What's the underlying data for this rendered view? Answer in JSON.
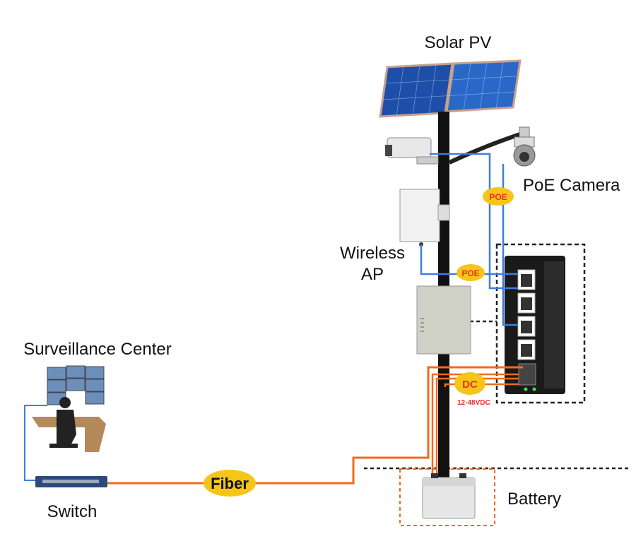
{
  "labels": {
    "solar_pv": "Solar PV",
    "poe_camera": "PoE Camera",
    "wireless_ap_line1": "Wireless",
    "wireless_ap_line2": "AP",
    "surveillance_center": "Surveillance Center",
    "switch": "Switch",
    "battery": "Battery",
    "fiber": "Fiber",
    "poe_camera_link": "POE",
    "poe_ap_link": "POE",
    "dc": "DC",
    "dc_voltage": "12-48VDC"
  },
  "colors": {
    "poe_line": "#3b7fe0",
    "fiber_line": "#f26a1e",
    "badge": "#f5c518",
    "badge_text": "#e8322a"
  }
}
